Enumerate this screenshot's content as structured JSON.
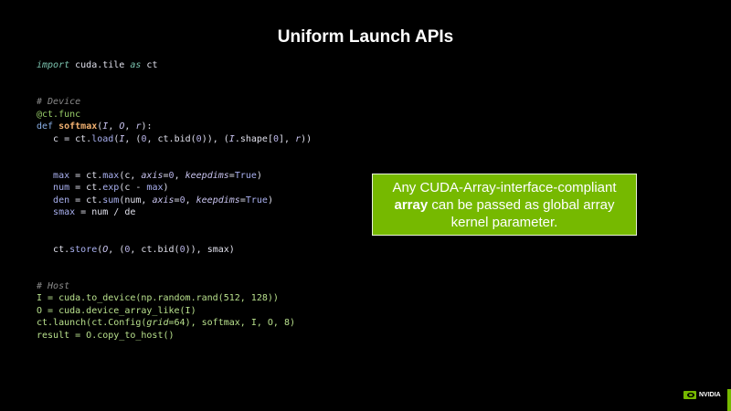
{
  "slide": {
    "title": "Uniform Launch APIs",
    "callout": {
      "line1": "Any CUDA-Array-interface-compliant",
      "bold": "array",
      "rest": " can be passed as global array",
      "line3": "kernel parameter."
    },
    "logo_text": "NVIDIA",
    "colors": {
      "accent": "#76b900",
      "background": "#000000"
    }
  },
  "code": [
    [
      [
        "import",
        "kw"
      ],
      [
        " cuda.tile ",
        "plain"
      ],
      [
        "as",
        "kw"
      ],
      [
        " ct",
        "plain"
      ]
    ],
    [],
    [],
    [
      [
        "# Device",
        "comment"
      ]
    ],
    [
      [
        "@ct.func",
        "deco"
      ]
    ],
    [
      [
        "def ",
        "def"
      ],
      [
        "softmax",
        "fn"
      ],
      [
        "(",
        "plain"
      ],
      [
        "I",
        "param"
      ],
      [
        ", ",
        "plain"
      ],
      [
        "O",
        "param"
      ],
      [
        ", ",
        "plain"
      ],
      [
        "r",
        "param"
      ],
      [
        "):",
        "plain"
      ]
    ],
    [
      [
        "   c = ct.",
        "plain"
      ],
      [
        "load",
        "call"
      ],
      [
        "(",
        "plain"
      ],
      [
        "I",
        "param"
      ],
      [
        ", (",
        "plain"
      ],
      [
        "0",
        "num"
      ],
      [
        ", ct.bid(",
        "plain"
      ],
      [
        "0",
        "num"
      ],
      [
        ")), (",
        "plain"
      ],
      [
        "I",
        "param"
      ],
      [
        ".shape[",
        "plain"
      ],
      [
        "0",
        "num"
      ],
      [
        "], ",
        "plain"
      ],
      [
        "r",
        "param"
      ],
      [
        "))",
        "plain"
      ]
    ],
    [],
    [],
    [
      [
        "   max",
        "call"
      ],
      [
        " = ct.",
        "plain"
      ],
      [
        "max",
        "call"
      ],
      [
        "(c, ",
        "plain"
      ],
      [
        "axis",
        "param"
      ],
      [
        "=",
        "plain"
      ],
      [
        "0",
        "num"
      ],
      [
        ", ",
        "plain"
      ],
      [
        "keepdims",
        "param"
      ],
      [
        "=",
        "plain"
      ],
      [
        "True",
        "call"
      ],
      [
        ")",
        "plain"
      ]
    ],
    [
      [
        "   num",
        "call"
      ],
      [
        " = ct.",
        "plain"
      ],
      [
        "exp",
        "call"
      ],
      [
        "(c - ",
        "plain"
      ],
      [
        "max",
        "call"
      ],
      [
        ")",
        "plain"
      ]
    ],
    [
      [
        "   den",
        "call"
      ],
      [
        " = ct.",
        "plain"
      ],
      [
        "sum",
        "call"
      ],
      [
        "(num, ",
        "plain"
      ],
      [
        "axis",
        "param"
      ],
      [
        "=",
        "plain"
      ],
      [
        "0",
        "num"
      ],
      [
        ", ",
        "plain"
      ],
      [
        "keepdims",
        "param"
      ],
      [
        "=",
        "plain"
      ],
      [
        "True",
        "call"
      ],
      [
        ")",
        "plain"
      ]
    ],
    [
      [
        "   smax",
        "call"
      ],
      [
        " = num / de",
        "plain"
      ]
    ],
    [],
    [],
    [
      [
        "   ct.",
        "plain"
      ],
      [
        "store",
        "call"
      ],
      [
        "(",
        "plain"
      ],
      [
        "O",
        "param"
      ],
      [
        ", (",
        "plain"
      ],
      [
        "0",
        "num"
      ],
      [
        ", ct.bid(",
        "plain"
      ],
      [
        "0",
        "num"
      ],
      [
        ")), smax)",
        "plain"
      ]
    ],
    [],
    [],
    [
      [
        "# Host",
        "comment"
      ]
    ],
    [
      [
        "I = cuda.to_device(np.random.rand(512, 128))",
        "host"
      ]
    ],
    [
      [
        "O = cuda.device_array_like(I)",
        "host"
      ]
    ],
    [
      [
        "ct.launch(ct.Config(",
        "host"
      ],
      [
        "grid",
        "hostparam"
      ],
      [
        "=64), softmax, I, O, 8)",
        "host"
      ]
    ],
    [
      [
        "result = O.copy_to_host()",
        "host"
      ]
    ]
  ]
}
